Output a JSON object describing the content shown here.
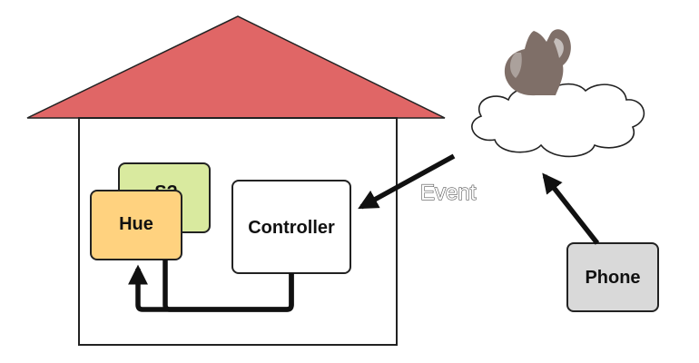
{
  "labels": {
    "hue": "Hue",
    "hidden_box": "S?",
    "controller": "Controller",
    "phone": "Phone",
    "event": "Event"
  },
  "colors": {
    "roof": "#e06666",
    "hue_box": "#ffd27f",
    "green_box": "#d9ea9f",
    "controller_box": "#ffffff",
    "phone_box": "#d9d9d9",
    "jug": "#7f6f68",
    "stroke": "#111111"
  },
  "icons": {
    "cloud": "cloud-icon",
    "jug": "jug-icon"
  }
}
